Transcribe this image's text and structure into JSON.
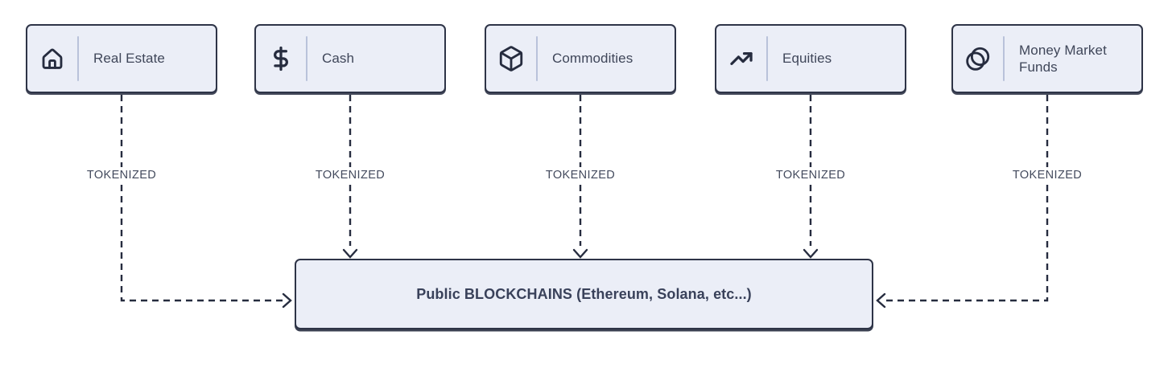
{
  "diagram": {
    "assets": [
      {
        "label": "Real Estate",
        "icon": "home-icon",
        "flow_label": "TOKENIZED"
      },
      {
        "label": "Cash",
        "icon": "dollar-sign-icon",
        "flow_label": "TOKENIZED"
      },
      {
        "label": "Commodities",
        "icon": "package-box-icon",
        "flow_label": "TOKENIZED"
      },
      {
        "label": "Equities",
        "icon": "trending-up-icon",
        "flow_label": "TOKENIZED"
      },
      {
        "label": "Money Market Funds",
        "icon": "coins-icon",
        "flow_label": "TOKENIZED"
      }
    ],
    "destination": {
      "label": "Public BLOCKCHAINS (Ethereum, Solana, etc...)"
    },
    "colors": {
      "background": "#ffffff",
      "card_fill": "#ebeef7",
      "card_border": "#2e3447",
      "connector": "#262c3f",
      "divider": "#b9c2da",
      "asset_text": "#3f4659",
      "flow_label_text": "#434a5d",
      "destination_text": "#39415a"
    }
  }
}
